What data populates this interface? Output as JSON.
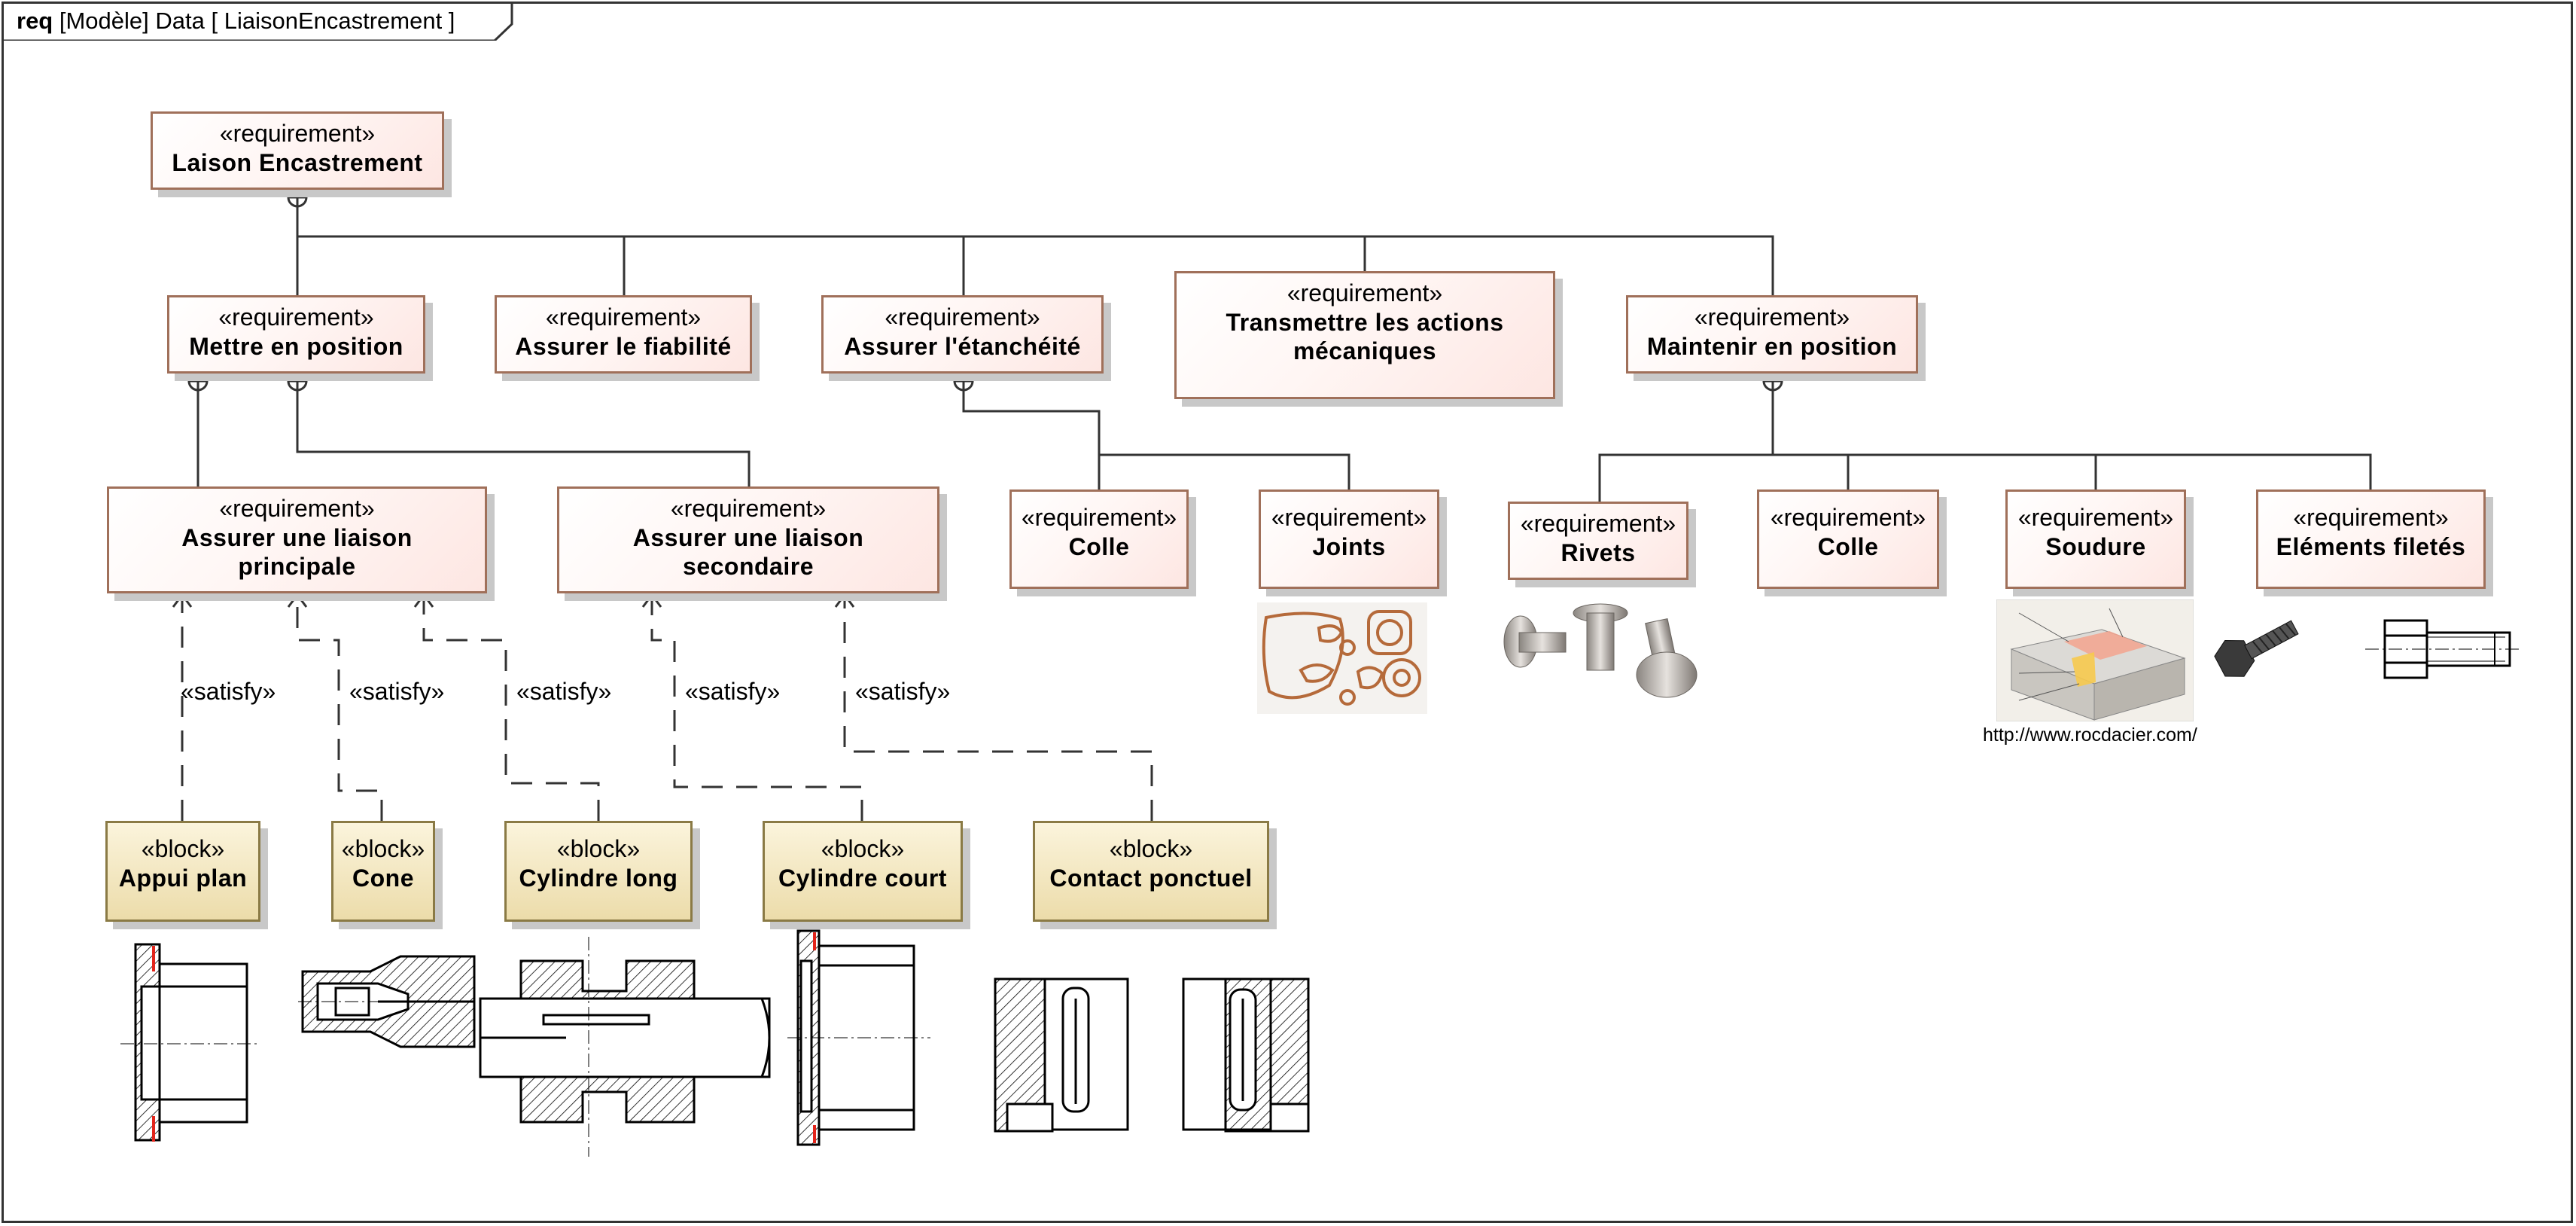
{
  "frame": {
    "kind": "req",
    "title": "[Modèle] Data [ LiaisonEncastrement ]"
  },
  "requirements": {
    "root": {
      "stereotype": "«requirement»",
      "name": "Laison Encastrement"
    },
    "mettre": {
      "stereotype": "«requirement»",
      "name": "Mettre en position"
    },
    "fiabilite": {
      "stereotype": "«requirement»",
      "name": "Assurer le fiabilité"
    },
    "etancheite": {
      "stereotype": "«requirement»",
      "name": "Assurer l'étanchéité"
    },
    "transmettre": {
      "stereotype": "«requirement»",
      "name_line1": "Transmettre les actions",
      "name_line2": "mécaniques"
    },
    "maintenir": {
      "stereotype": "«requirement»",
      "name": "Maintenir en position"
    },
    "principale": {
      "stereotype": "«requirement»",
      "name_line1": "Assurer une liaison",
      "name_line2": "principale"
    },
    "secondaire": {
      "stereotype": "«requirement»",
      "name_line1": "Assurer une liaison",
      "name_line2": "secondaire"
    },
    "colle1": {
      "stereotype": "«requirement»",
      "name": "Colle"
    },
    "joints": {
      "stereotype": "«requirement»",
      "name": "Joints"
    },
    "rivets": {
      "stereotype": "«requirement»",
      "name": "Rivets"
    },
    "colle2": {
      "stereotype": "«requirement»",
      "name": "Colle"
    },
    "soudure": {
      "stereotype": "«requirement»",
      "name": "Soudure"
    },
    "filetes": {
      "stereotype": "«requirement»",
      "name": "Eléments filetés"
    }
  },
  "blocks": {
    "appui": {
      "stereotype": "«block»",
      "name": "Appui plan"
    },
    "cone": {
      "stereotype": "«block»",
      "name": "Cone"
    },
    "clong": {
      "stereotype": "«block»",
      "name": "Cylindre long"
    },
    "ccourt": {
      "stereotype": "«block»",
      "name": "Cylindre court"
    },
    "contact": {
      "stereotype": "«block»",
      "name": "Contact ponctuel"
    }
  },
  "satisfy_label": "«satisfy»",
  "soudure_url": "http://www.rocdacier.com/",
  "colors": {
    "requirement_border": "#a0705a",
    "requirement_fill": "#fde6e2",
    "block_border": "#8a7a45",
    "block_fill": "#ecdcaa",
    "line": "#333333"
  }
}
